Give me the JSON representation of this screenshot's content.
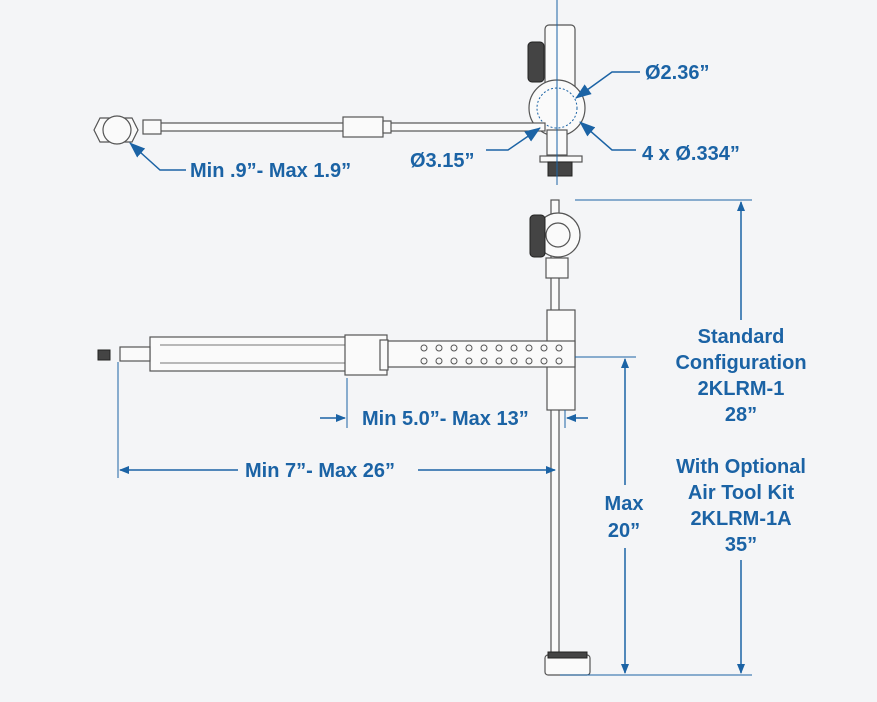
{
  "colors": {
    "accent": "#1b63a5",
    "background": "#f4f5f7",
    "line": "#555555"
  },
  "top_view": {
    "bolt_circle": "Ø2.36”",
    "holes": "4 x Ø.334”",
    "flange": "Ø3.15”",
    "clamp_range": "Min .9”- Max 1.9”"
  },
  "side_view": {
    "arm_extension": "Min 5.0”- Max 13”",
    "reach": "Min 7”- Max 26”",
    "max_height": {
      "line1": "Max",
      "line2": "20”"
    },
    "standard": {
      "line1": "Standard",
      "line2": "Configuration",
      "line3": "2KLRM-1",
      "line4": "28”"
    },
    "optional": {
      "line1": "With Optional",
      "line2": "Air Tool Kit",
      "line3": "2KLRM-1A",
      "line4": "35”"
    }
  }
}
